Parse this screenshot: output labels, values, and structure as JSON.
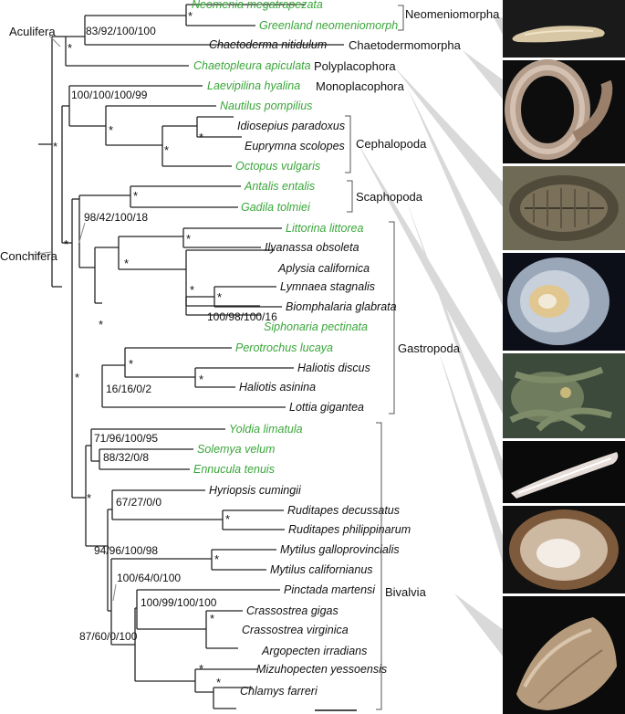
{
  "clade_labels": {
    "aculifera": "Aculifera",
    "conchifera": "Conchifera"
  },
  "support": {
    "aplacophora": "83/92/100/100",
    "monoplacophora_cephalopoda": "100/100/100/99",
    "scaphopoda_gastropoda": "98/42/100/18",
    "lymnaea_biomphalaria_siphonaria": "100/98/100/16",
    "perotrochus_lottia": "16/16/0/2",
    "yoldia_solemya_ennucula": "71/96/100/95",
    "solemya_ennucula": "88/32/0/8",
    "hyriopsis_ruditapes": "67/27/0/0",
    "mytilus_pteriomorphia": "94/96/100/98",
    "pteriomorphia": "100/64/0/100",
    "pinctada_crassostrea": "100/99/100/100",
    "pinctada_pectinids": "87/60/0/100",
    "star": "*"
  },
  "taxa": [
    {
      "name": "Neomenia megatrapezata",
      "color": "#3aa63a"
    },
    {
      "name": "Greenland neomeniomorph",
      "color": "#3aa63a"
    },
    {
      "name": "Chaetoderma nitidulum",
      "color": "#111111"
    },
    {
      "name": "Chaetopleura apiculata",
      "color": "#3aa63a"
    },
    {
      "name": "Laevipilina hyalina",
      "color": "#3aa63a"
    },
    {
      "name": "Nautilus pompilius",
      "color": "#3aa63a"
    },
    {
      "name": "Idiosepius paradoxus",
      "color": "#111111"
    },
    {
      "name": "Euprymna scolopes",
      "color": "#111111"
    },
    {
      "name": "Octopus vulgaris",
      "color": "#3aa63a"
    },
    {
      "name": "Antalis entalis",
      "color": "#3aa63a"
    },
    {
      "name": "Gadila tolmiei",
      "color": "#3aa63a"
    },
    {
      "name": "Littorina littorea",
      "color": "#3aa63a"
    },
    {
      "name": "Ilyanassa obsoleta",
      "color": "#111111"
    },
    {
      "name": "Aplysia californica",
      "color": "#111111"
    },
    {
      "name": "Lymnaea stagnalis",
      "color": "#111111"
    },
    {
      "name": "Biomphalaria glabrata",
      "color": "#111111"
    },
    {
      "name": "Siphonaria pectinata",
      "color": "#3aa63a"
    },
    {
      "name": "Perotrochus lucaya",
      "color": "#3aa63a"
    },
    {
      "name": "Haliotis discus",
      "color": "#111111"
    },
    {
      "name": "Haliotis asinina",
      "color": "#111111"
    },
    {
      "name": "Lottia gigantea",
      "color": "#111111"
    },
    {
      "name": "Yoldia limatula",
      "color": "#3aa63a"
    },
    {
      "name": "Solemya velum",
      "color": "#3aa63a"
    },
    {
      "name": "Ennucula tenuis",
      "color": "#3aa63a"
    },
    {
      "name": "Hyriopsis cumingii",
      "color": "#111111"
    },
    {
      "name": "Ruditapes decussatus",
      "color": "#111111"
    },
    {
      "name": "Ruditapes philippinarum",
      "color": "#111111"
    },
    {
      "name": "Mytilus galloprovincialis",
      "color": "#111111"
    },
    {
      "name": "Mytilus californianus",
      "color": "#111111"
    },
    {
      "name": "Pinctada martensi",
      "color": "#111111"
    },
    {
      "name": "Crassostrea gigas",
      "color": "#111111"
    },
    {
      "name": "Crassostrea virginica",
      "color": "#111111"
    },
    {
      "name": "Argopecten irradians",
      "color": "#111111"
    },
    {
      "name": "Mizuhopecten yessoensis",
      "color": "#111111"
    },
    {
      "name": "Chlamys farreri",
      "color": "#111111"
    }
  ],
  "groups": [
    "Neomeniomorpha",
    "Chaetodermomorpha",
    "Polyplacophora",
    "Monoplacophora",
    "Cephalopoda",
    "Scaphopoda",
    "Gastropoda",
    "Bivalvia"
  ],
  "photos": [
    {
      "subject": "neomeniomorph",
      "bg": "#1a1a1a"
    },
    {
      "subject": "chaetoderma",
      "bg": "#0d0d0d"
    },
    {
      "subject": "chiton",
      "bg": "#6f6a55"
    },
    {
      "subject": "monoplacophoran",
      "bg": "#0c0f18"
    },
    {
      "subject": "octopus",
      "bg": "#3b4a3a"
    },
    {
      "subject": "scaphopod",
      "bg": "#0a0a0a"
    },
    {
      "subject": "limpet",
      "bg": "#111111"
    },
    {
      "subject": "bivalve",
      "bg": "#0b0b0b"
    }
  ]
}
